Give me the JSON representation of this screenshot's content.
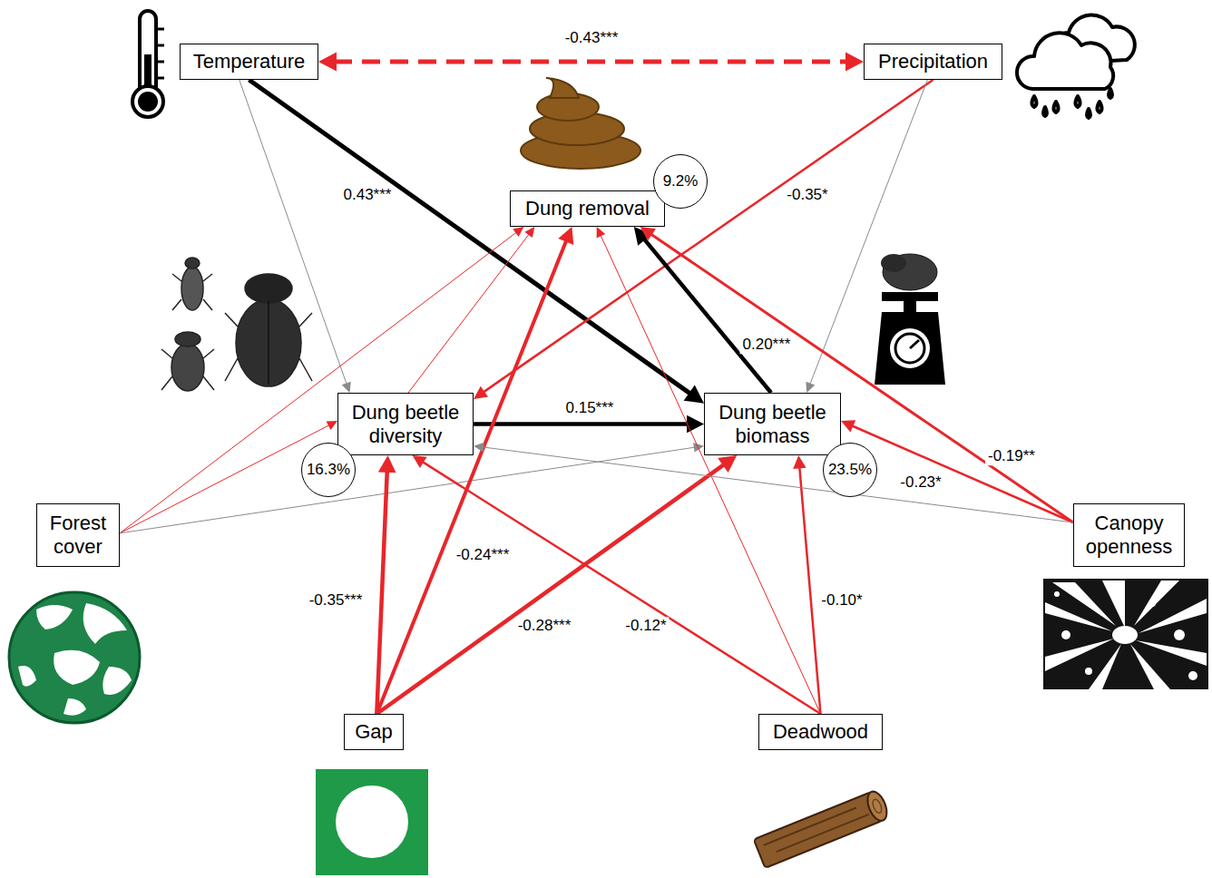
{
  "diagram": {
    "nodes": [
      {
        "text": [
          "Temperature"
        ]
      },
      {
        "text": [
          "Precipitation"
        ]
      },
      {
        "text": [
          "Dung removal"
        ]
      },
      {
        "text": [
          "9.2%"
        ]
      },
      {
        "text": [
          "Dung beetle diversity"
        ]
      },
      {
        "text": [
          "16.3%"
        ]
      },
      {
        "text": [
          "Dung beetle biomass"
        ]
      },
      {
        "text": [
          "23.5%"
        ]
      },
      {
        "text": [
          "Forest cover"
        ]
      },
      {
        "text": [
          "Canopy openness"
        ]
      },
      {
        "text": [
          "Gap"
        ]
      },
      {
        "text": [
          "Deadwood"
        ]
      }
    ],
    "edges": [
      {
        "from": 0,
        "to": 1,
        "arrow": "both",
        "label": "-0.43***"
      },
      {
        "from": 0,
        "to": 6,
        "arrow": "to",
        "label": "0.43***"
      },
      {
        "from": 0,
        "to": 4,
        "arrow": "to"
      },
      {
        "from": 1,
        "to": 4,
        "arrow": "to",
        "label": "-0.35*"
      },
      {
        "from": 1,
        "to": 6,
        "arrow": "to"
      },
      {
        "from": 4,
        "to": 6,
        "arrow": "to",
        "label": "0.15***"
      },
      {
        "from": 6,
        "to": 2,
        "arrow": "to",
        "label": "0.20***"
      },
      {
        "from": 4,
        "to": 2,
        "arrow": "to"
      },
      {
        "from": 8,
        "to": 2,
        "arrow": "to"
      },
      {
        "from": 8,
        "to": 4,
        "arrow": "to"
      },
      {
        "from": 8,
        "to": 6,
        "arrow": "to"
      },
      {
        "from": 10,
        "to": 4,
        "arrow": "to",
        "label": "-0.35***"
      },
      {
        "from": 10,
        "to": 2,
        "arrow": "to",
        "label": "-0.24***"
      },
      {
        "from": 10,
        "to": 6,
        "arrow": "to",
        "label": "-0.28***"
      },
      {
        "from": 11,
        "to": 4,
        "arrow": "to",
        "label": "-0.12*"
      },
      {
        "from": 11,
        "to": 6,
        "arrow": "to",
        "label": "-0.10*"
      },
      {
        "from": 11,
        "to": 2,
        "arrow": "to"
      },
      {
        "from": 9,
        "to": 2,
        "arrow": "to",
        "label": "-0.19**"
      },
      {
        "from": 9,
        "to": 6,
        "arrow": "to",
        "label": "-0.23*"
      },
      {
        "from": 9,
        "to": 4,
        "arrow": "to"
      }
    ]
  }
}
